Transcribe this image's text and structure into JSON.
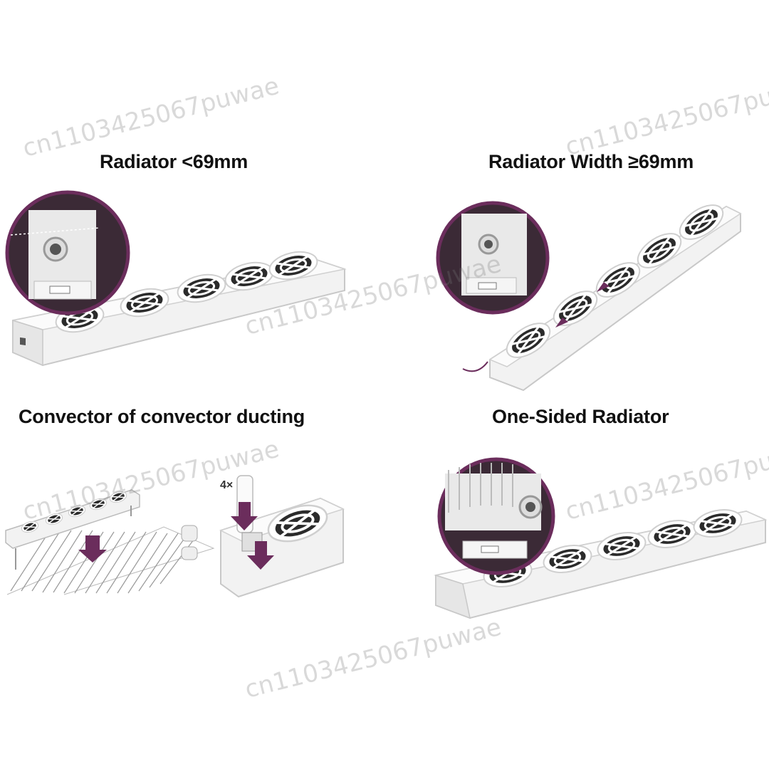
{
  "panels": [
    {
      "id": "narrow",
      "heading": "Radiator <69mm"
    },
    {
      "id": "wide",
      "heading": "Radiator Width ≥69mm"
    },
    {
      "id": "convector",
      "heading": "Convector of convector ducting",
      "clip_count": "4×"
    },
    {
      "id": "one-sided",
      "heading": "One-Sided Radiator"
    }
  ],
  "watermark": "cn1103425067puwae",
  "colors": {
    "accent": "#6b2d5c",
    "device": "#f2f2f2",
    "fan": "#2b2b2b"
  }
}
